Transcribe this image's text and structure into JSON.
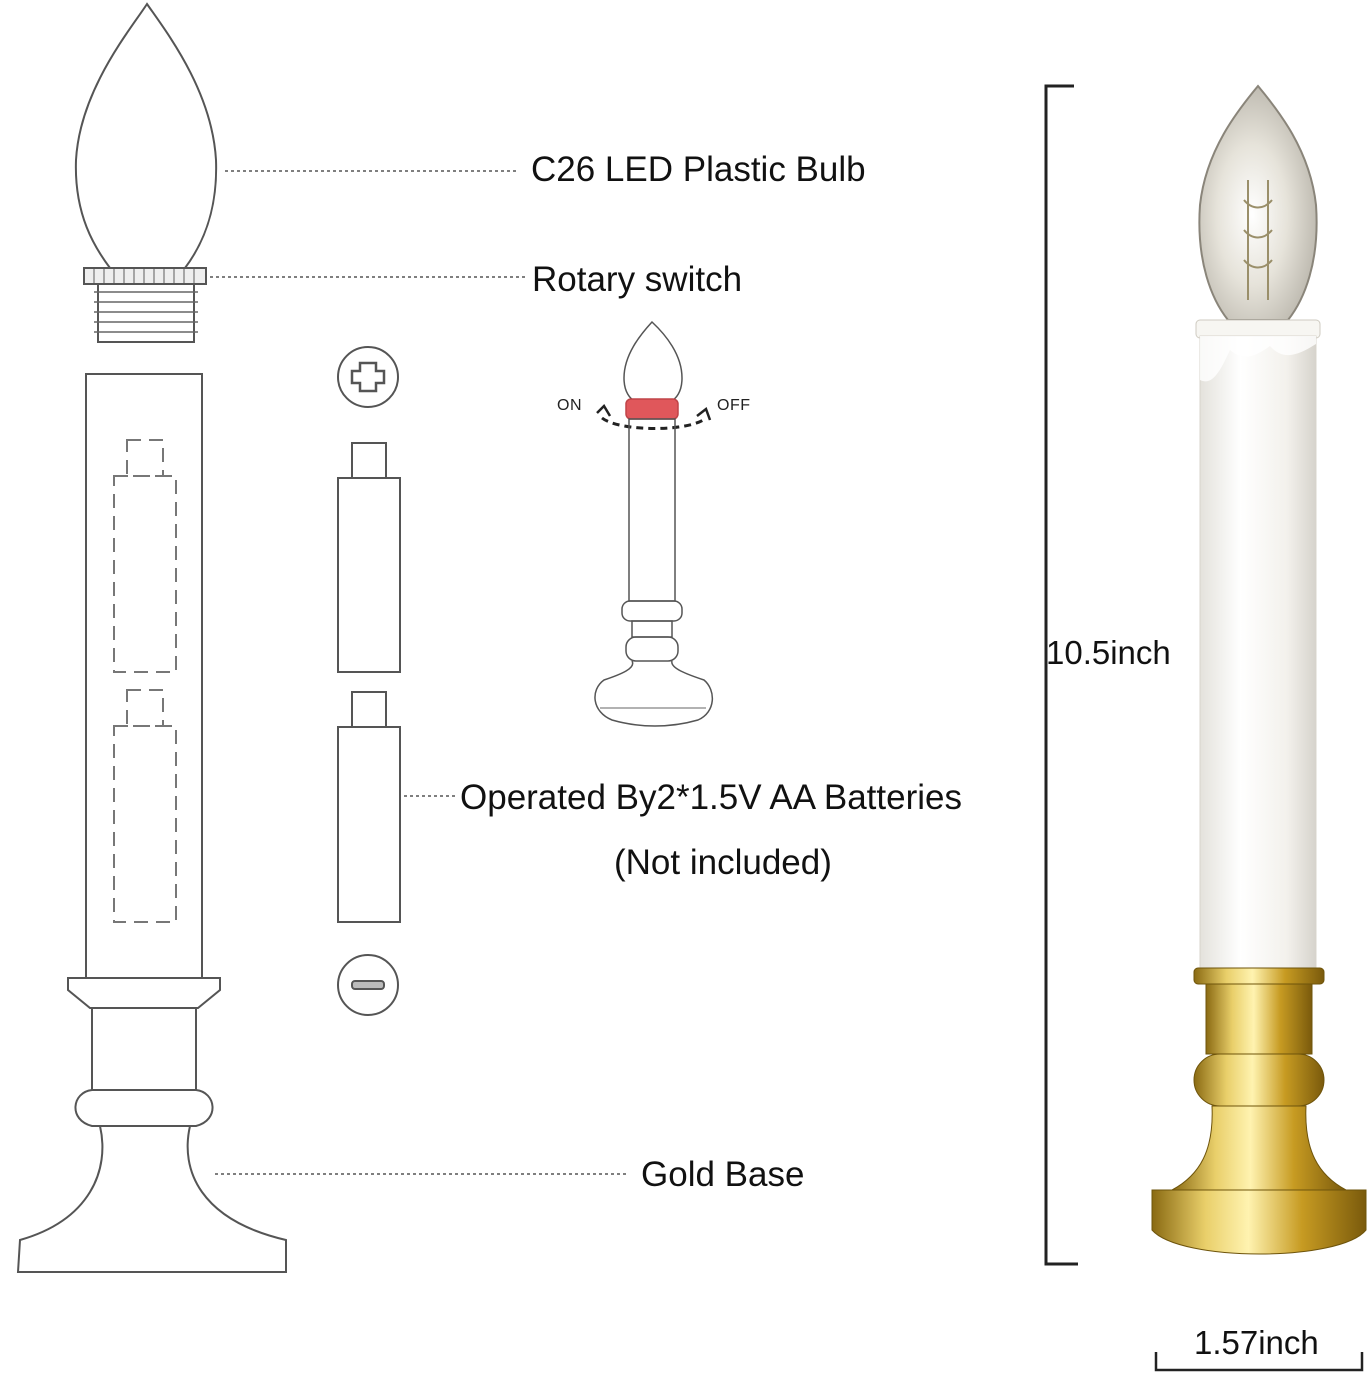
{
  "callouts": {
    "bulb": "C26 LED Plastic Bulb",
    "switch": "Rotary switch",
    "batteries_line1": "Operated By2*1.5V AA Batteries",
    "batteries_line2": "(Not included)",
    "base": "Gold Base"
  },
  "switch_diagram": {
    "on_label": "ON",
    "off_label": "OFF"
  },
  "dimensions": {
    "height": "10.5inch",
    "width": "1.57inch"
  },
  "colors": {
    "line": "#555555",
    "switch_ring": "#e0575b",
    "candle_white": "#f4f3ef",
    "gold": "#c9a227"
  },
  "icons": {
    "positive": "plus-icon",
    "negative": "minus-icon"
  }
}
